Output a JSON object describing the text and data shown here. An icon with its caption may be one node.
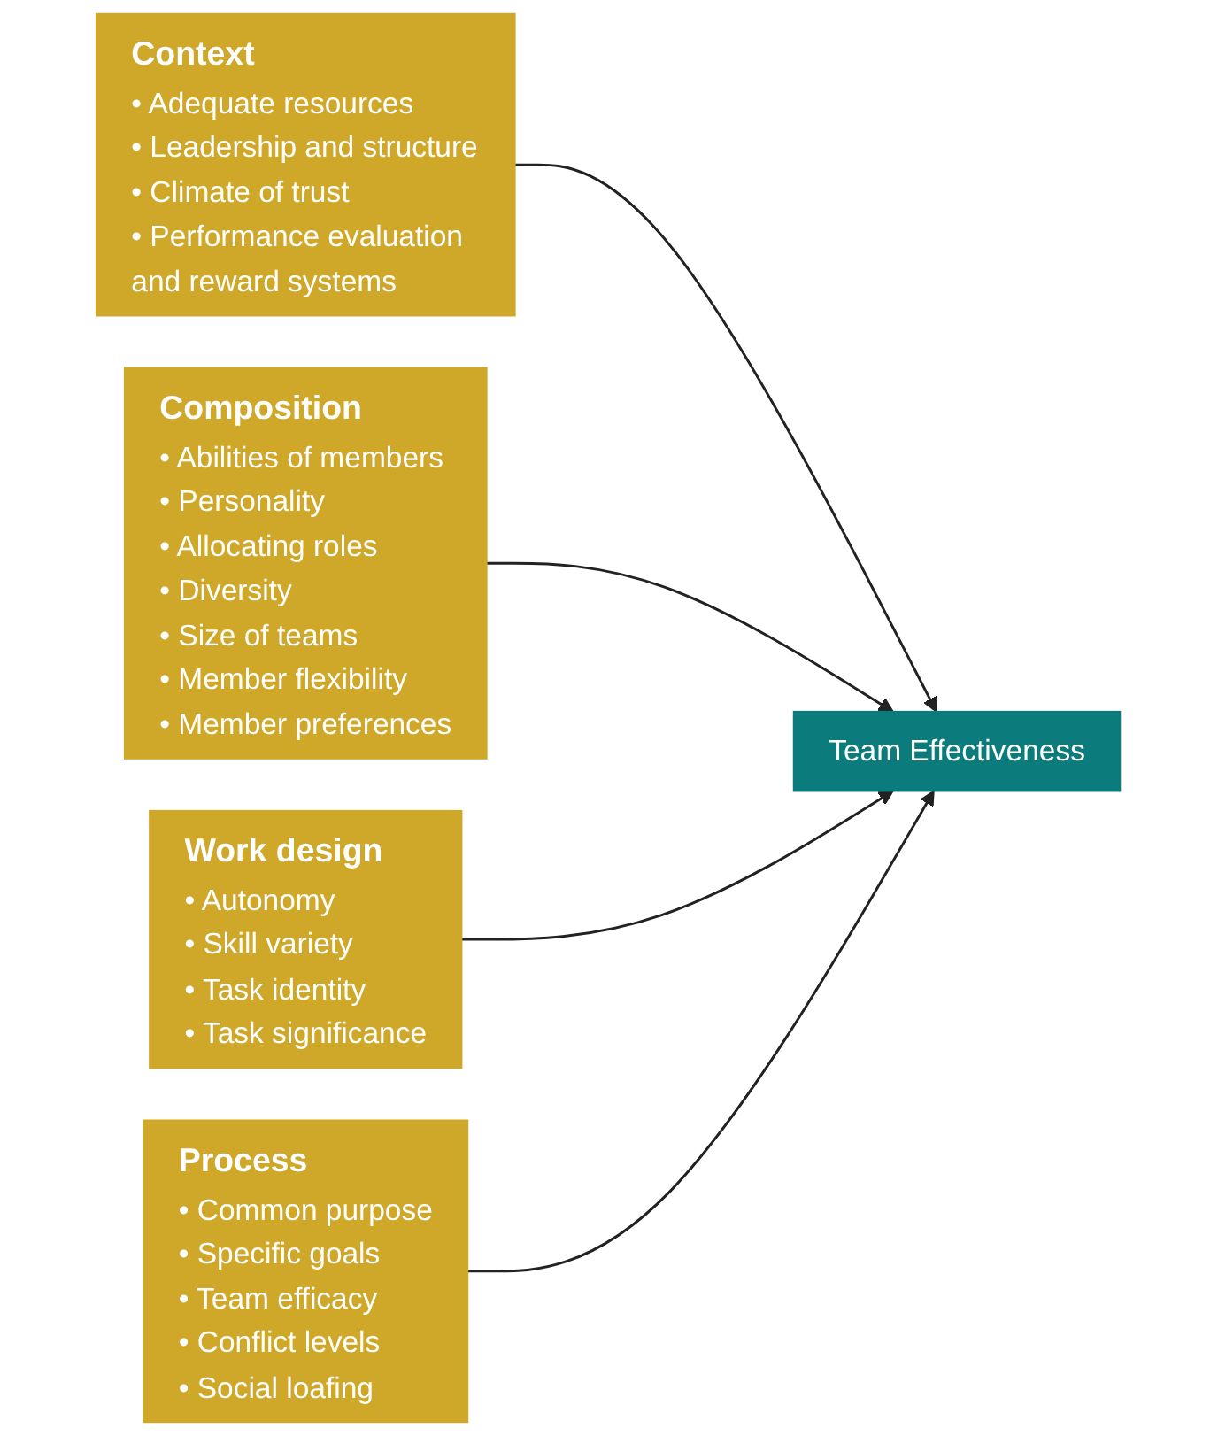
{
  "diagram": {
    "nodes": [
      {
        "text": [
          "Context",
          "• Adequate resources",
          "• Leadership and structure",
          "• Climate of trust",
          "• Performance evaluation and reward systems"
        ]
      },
      {
        "text": [
          "Composition",
          "• Abilities of members",
          "• Personality",
          "• Allocating roles",
          "• Diversity",
          "• Size of teams",
          "• Member flexibility",
          "• Member preferences"
        ]
      },
      {
        "text": [
          "Work design",
          "• Autonomy",
          "• Skill variety",
          "• Task identity",
          "• Task significance"
        ]
      },
      {
        "text": [
          "Process",
          "• Common purpose",
          "• Specific goals",
          "• Team efficacy",
          "• Conflict levels",
          "• Social loafing"
        ]
      },
      {
        "text": [
          "Team Effectiveness"
        ]
      }
    ],
    "edges": [
      {
        "from": 0,
        "to": 4,
        "arrow": "to"
      },
      {
        "from": 1,
        "to": 4,
        "arrow": "to"
      },
      {
        "from": 2,
        "to": 4,
        "arrow": "to"
      },
      {
        "from": 3,
        "to": 4,
        "arrow": "to"
      }
    ]
  }
}
